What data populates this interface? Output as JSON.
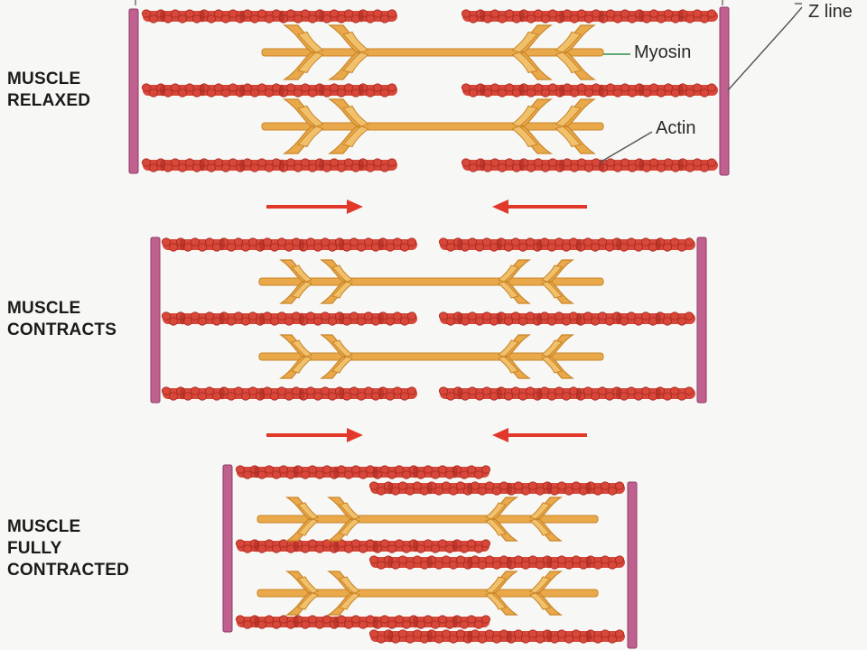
{
  "labels": {
    "relaxed": "MUSCLE\nRELAXED",
    "contracts": "MUSCLE\nCONTRACTS",
    "fully": "MUSCLE\nFULLY\nCONTRACTED"
  },
  "callouts": {
    "z_line": "Z line",
    "myosin": "Myosin",
    "actin": "Actin"
  },
  "colors": {
    "actin": "#d8483a",
    "actin_dark": "#a92a20",
    "myosin": "#e9a94a",
    "myosin_dark": "#c98528",
    "z_line": "#c0608f",
    "arrow": "#e2382a"
  }
}
